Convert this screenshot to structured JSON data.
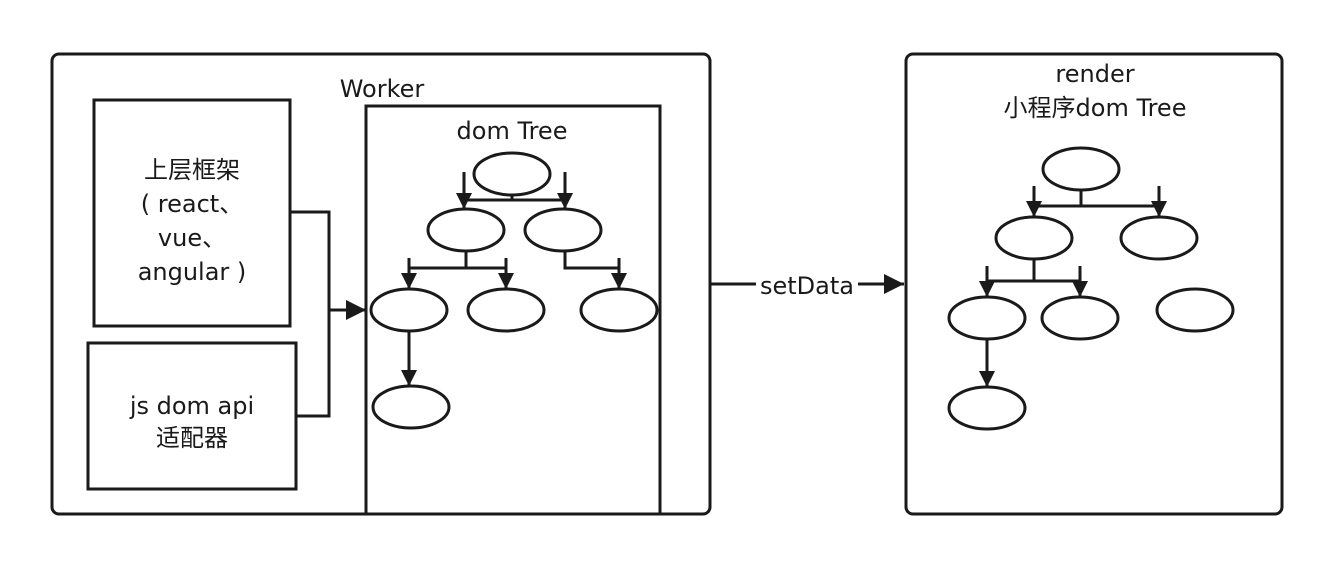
{
  "worker": {
    "title": "Worker",
    "dom_tree_label": "dom Tree",
    "framework_box": [
      "上层框架",
      "( react、",
      "vue、",
      "angular )"
    ],
    "adapter_box": [
      "js dom api",
      "适配器"
    ]
  },
  "connector": {
    "label": "setData"
  },
  "render": {
    "title_line1": "render",
    "title_line2": "小程序dom Tree"
  },
  "colors": {
    "stroke": "#1a1a1a",
    "background": "#ffffff"
  }
}
